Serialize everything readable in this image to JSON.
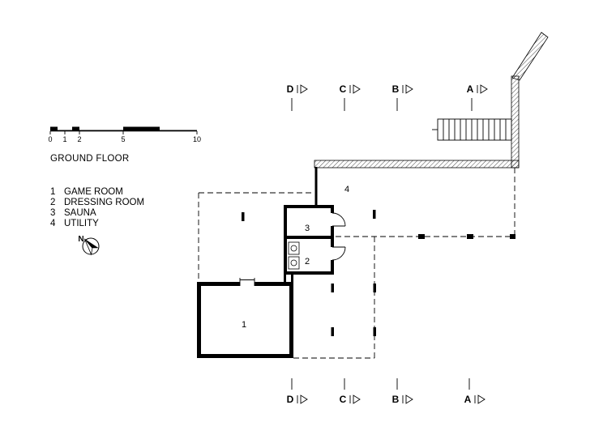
{
  "drawing": {
    "title": "GROUND FLOOR",
    "legend": [
      {
        "num": "1",
        "label": "GAME ROOM"
      },
      {
        "num": "2",
        "label": "DRESSING ROOM"
      },
      {
        "num": "3",
        "label": "SAUNA"
      },
      {
        "num": "4",
        "label": "UTILITY"
      }
    ],
    "north_label": "N",
    "scale_ticks": [
      "0",
      "1",
      "2",
      "5",
      "10"
    ],
    "grid_labels": [
      "D",
      "C",
      "B",
      "A"
    ],
    "room_numbers": {
      "game_room": "1",
      "dressing_room": "2",
      "sauna": "3",
      "utility": "4"
    },
    "colors": {
      "ink": "#000000",
      "paper": "#ffffff"
    }
  }
}
